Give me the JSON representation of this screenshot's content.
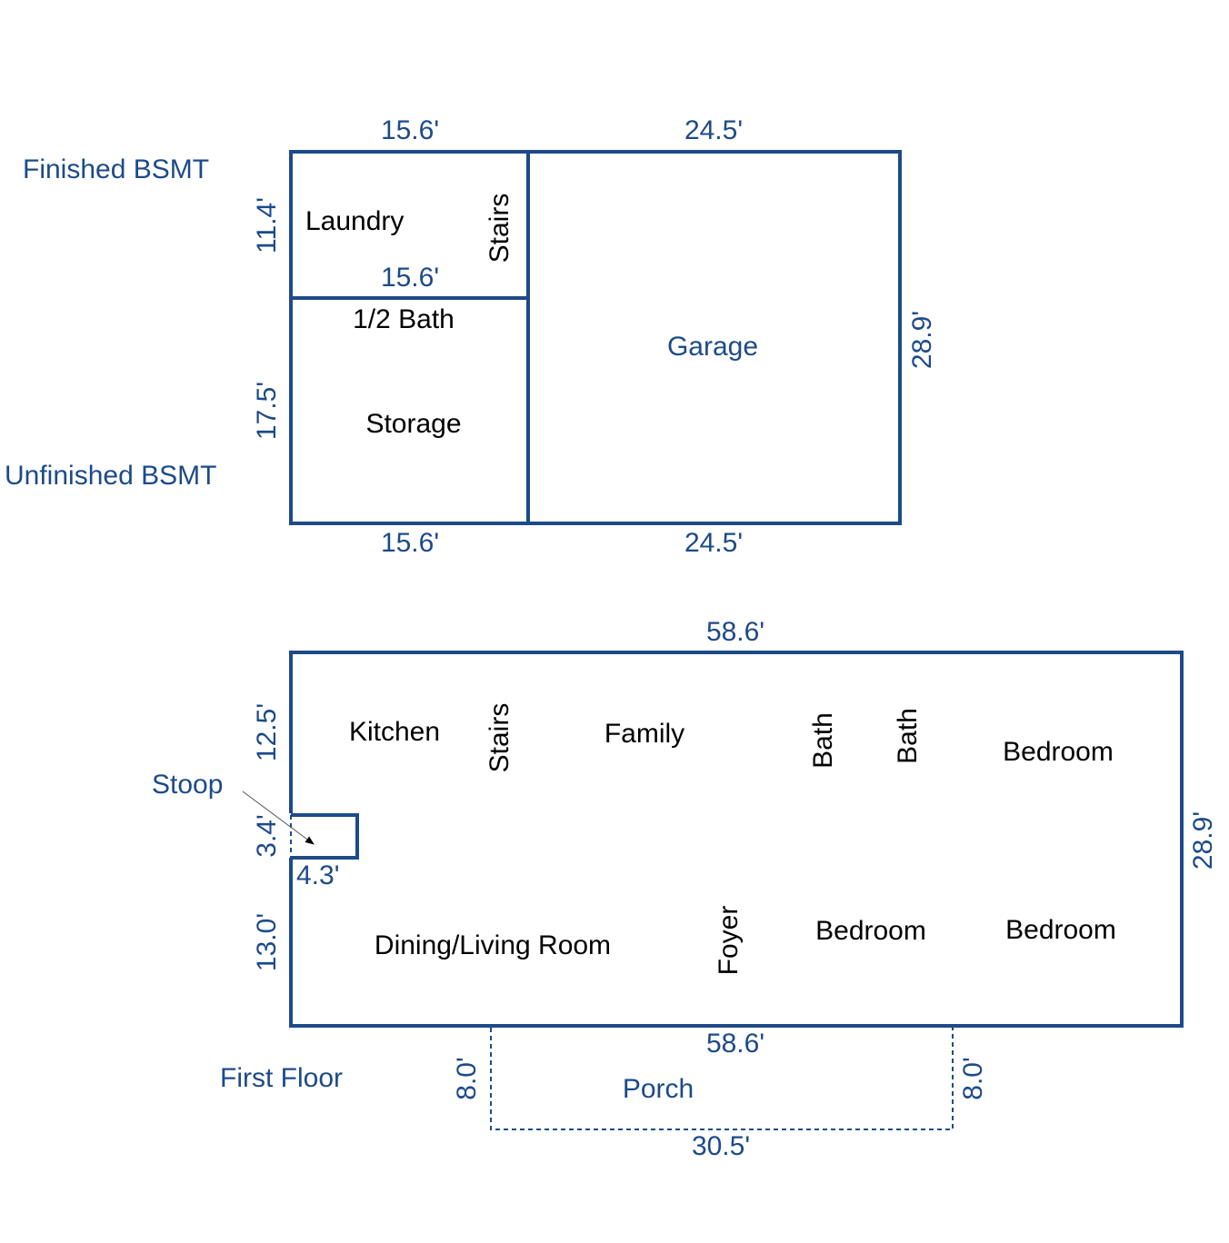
{
  "colors": {
    "wall": "#1d4a8a",
    "dimension_text": "#1d4a8a",
    "room_text": "#000000",
    "background": "#ffffff"
  },
  "basement": {
    "finished_label": "Finished BSMT",
    "unfinished_label": "Unfinished BSMT",
    "rooms": {
      "laundry": "Laundry",
      "stairs": "Stairs",
      "half_bath": "1/2 Bath",
      "storage": "Storage",
      "garage": "Garage"
    },
    "dimensions": {
      "top_left": "15.6'",
      "top_right": "24.5'",
      "laundry_height": "11.4'",
      "laundry_divider": "15.6'",
      "storage_height": "17.5'",
      "garage_height": "28.9'",
      "bottom_left": "15.6'",
      "bottom_right": "24.5'"
    }
  },
  "first_floor": {
    "label": "First Floor",
    "rooms": {
      "kitchen": "Kitchen",
      "stairs": "Stairs",
      "family": "Family",
      "bath_1": "Bath",
      "bath_2": "Bath",
      "bedroom_1": "Bedroom",
      "bedroom_2": "Bedroom",
      "bedroom_3": "Bedroom",
      "dining_living": "Dining/Living Room",
      "foyer": "Foyer",
      "porch": "Porch",
      "stoop": "Stoop"
    },
    "dimensions": {
      "top": "58.6'",
      "left_upper": "12.5'",
      "stoop_height": "3.4'",
      "stoop_width": "4.3'",
      "left_lower": "13.0'",
      "right": "28.9'",
      "bottom": "58.6'",
      "porch_left": "8.0'",
      "porch_right": "8.0'",
      "porch_bottom": "30.5'"
    }
  }
}
